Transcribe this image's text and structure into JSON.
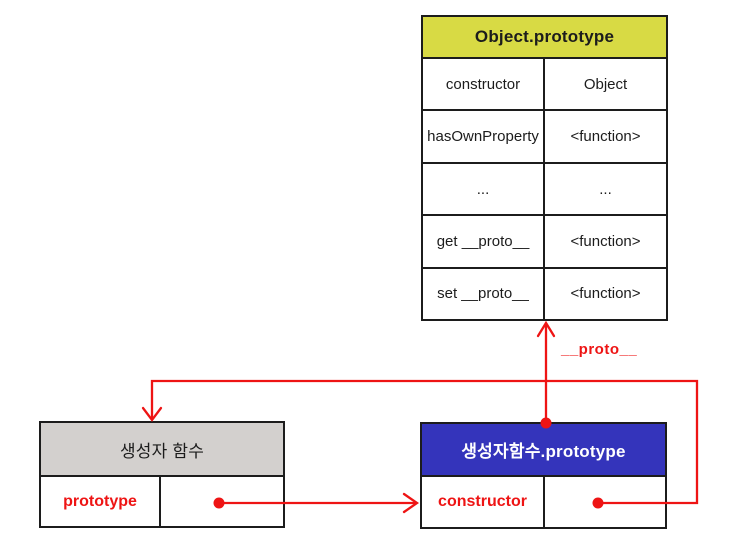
{
  "colors": {
    "accent_red": "#ee1414",
    "yellow_header_bg": "#d8da44",
    "blue_header_bg": "#3434bb",
    "gray_header_bg": "#d3d0ce",
    "border_black": "#1c1c1c"
  },
  "object_prototype": {
    "title": "Object.prototype",
    "rows": [
      {
        "key": "constructor",
        "value": "Object"
      },
      {
        "key": "hasOwnProperty",
        "value": "<function>"
      },
      {
        "key": "...",
        "value": "..."
      },
      {
        "key": "get __proto__",
        "value": "<function>"
      },
      {
        "key": "set __proto__",
        "value": "<function>"
      }
    ]
  },
  "constructor_function": {
    "title": "생성자 함수",
    "rows": [
      {
        "key": "prototype",
        "value": ""
      }
    ]
  },
  "constructor_prototype": {
    "title": "생성자함수.prototype",
    "rows": [
      {
        "key": "constructor",
        "value": ""
      }
    ]
  },
  "labels": {
    "proto_link": "__proto__"
  }
}
